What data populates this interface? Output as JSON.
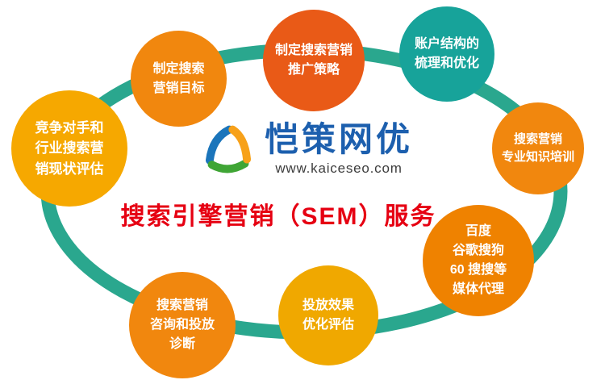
{
  "title": {
    "text": "搜索引擎营销（SEM）服务",
    "color": "#e60012"
  },
  "brand": {
    "name": "恺策网优",
    "name_color": "#1c5fae",
    "website": "www.kaiceseo.com",
    "logo_icon": "kaice-triangle-logo-icon",
    "logo_colors": [
      "#1b75bb",
      "#3fa535",
      "#f7a11a"
    ]
  },
  "ring": {
    "color": "#2aa78e"
  },
  "bubbles": [
    {
      "name": "competitor-analysis",
      "color": "#f6a800",
      "lines": [
        "竞争对手和",
        "行业搜索营",
        "销现状评估"
      ]
    },
    {
      "name": "sem-goals",
      "color": "#f1870e",
      "lines": [
        "制定搜索",
        "营销目标"
      ]
    },
    {
      "name": "promotion-strategy",
      "color": "#e95a17",
      "lines": [
        "制定搜索营销",
        "推广策略"
      ]
    },
    {
      "name": "account-structure",
      "color": "#17a39a",
      "lines": [
        "账户结构的",
        "梳理和优化"
      ]
    },
    {
      "name": "knowledge-training",
      "color": "#f1870e",
      "lines": [
        "搜索营销",
        "专业知识培训"
      ]
    },
    {
      "name": "media-agency",
      "color": "#ef8200",
      "lines": [
        "百度",
        "谷歌搜狗",
        "60 搜搜等",
        "媒体代理"
      ]
    },
    {
      "name": "effect-evaluation",
      "color": "#f0a800",
      "lines": [
        "投放效果",
        "优化评估"
      ]
    },
    {
      "name": "consulting-diagnosis",
      "color": "#f1870e",
      "lines": [
        "搜索营销",
        "咨询和投放",
        "诊断"
      ]
    }
  ]
}
